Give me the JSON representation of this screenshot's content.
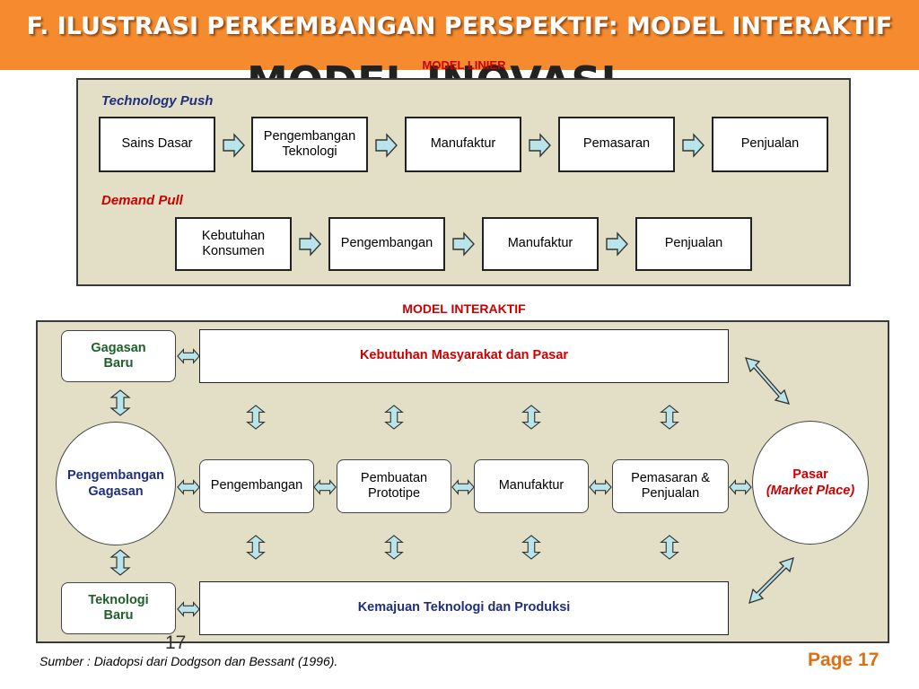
{
  "header": {
    "title": "F. ILUSTRASI PERKEMBANGAN PERSPEKTIF: MODEL INTERAKTIF",
    "ghost_title": "MODEL INOVASI"
  },
  "linear": {
    "title": "MODEL LINIER",
    "push_label": "Technology Push",
    "push_steps": [
      "Sains Dasar",
      "Pengembangan Teknologi",
      "Manufaktur",
      "Pemasaran",
      "Penjualan"
    ],
    "pull_label": "Demand Pull",
    "pull_steps": [
      "Kebutuhan Konsumen",
      "Pengembangan",
      "Manufaktur",
      "Penjualan"
    ]
  },
  "interactive": {
    "title": "MODEL INTERAKTIF",
    "idea": "Gagasan Baru",
    "idea_dev": "Pengembangan Gagasan",
    "tech": "Teknologi Baru",
    "needs": "Kebutuhan Masyarakat dan Pasar",
    "progress": "Kemajuan Teknologi dan Produksi",
    "stages": [
      "Pengembangan",
      "Pembuatan Prototipe",
      "Manufaktur",
      "Pemasaran & Penjualan"
    ],
    "market_line1": "Pasar",
    "market_line2": "(Market Place)"
  },
  "footer": {
    "source": "Sumber :  Diadopsi dari Dodgson dan Bessant (1996).",
    "page": "Page 17",
    "slide_number": "17"
  },
  "colors": {
    "header": "#f58a2e",
    "panel": "#e2dfc6",
    "arrow_fill": "#b9e4ea",
    "red": "#cc0000",
    "green": "#1f5f2b",
    "navy": "#1f2f7a"
  }
}
